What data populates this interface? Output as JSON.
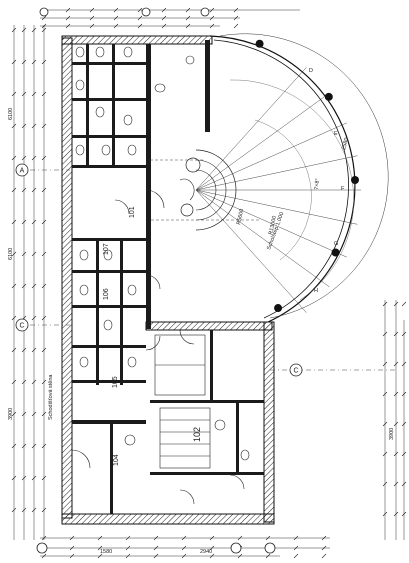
{
  "axes": {
    "left": [
      "A",
      "C"
    ],
    "right": [
      "C"
    ]
  },
  "rooms": [
    {
      "id": "r105",
      "label": "105"
    },
    {
      "id": "r104",
      "label": "104"
    },
    {
      "id": "r102",
      "label": "102"
    },
    {
      "id": "r106",
      "label": "106"
    },
    {
      "id": "r107",
      "label": "107"
    },
    {
      "id": "r101",
      "label": "101"
    }
  ],
  "radial_labels": [
    "R5600",
    "R13000",
    "7×8°",
    "2580"
  ],
  "column_tags": [
    "D",
    "E",
    "F",
    "G",
    "H"
  ],
  "dimension_labels": [
    "6100",
    "6100",
    "3900",
    "1580",
    "2940",
    "3900"
  ],
  "notes": {
    "bottom_left": "Schodišťová stěna",
    "stair": "Scholstep 1,000"
  },
  "colors": {
    "line": "#1b1b1b",
    "paper": "#ffffff"
  }
}
